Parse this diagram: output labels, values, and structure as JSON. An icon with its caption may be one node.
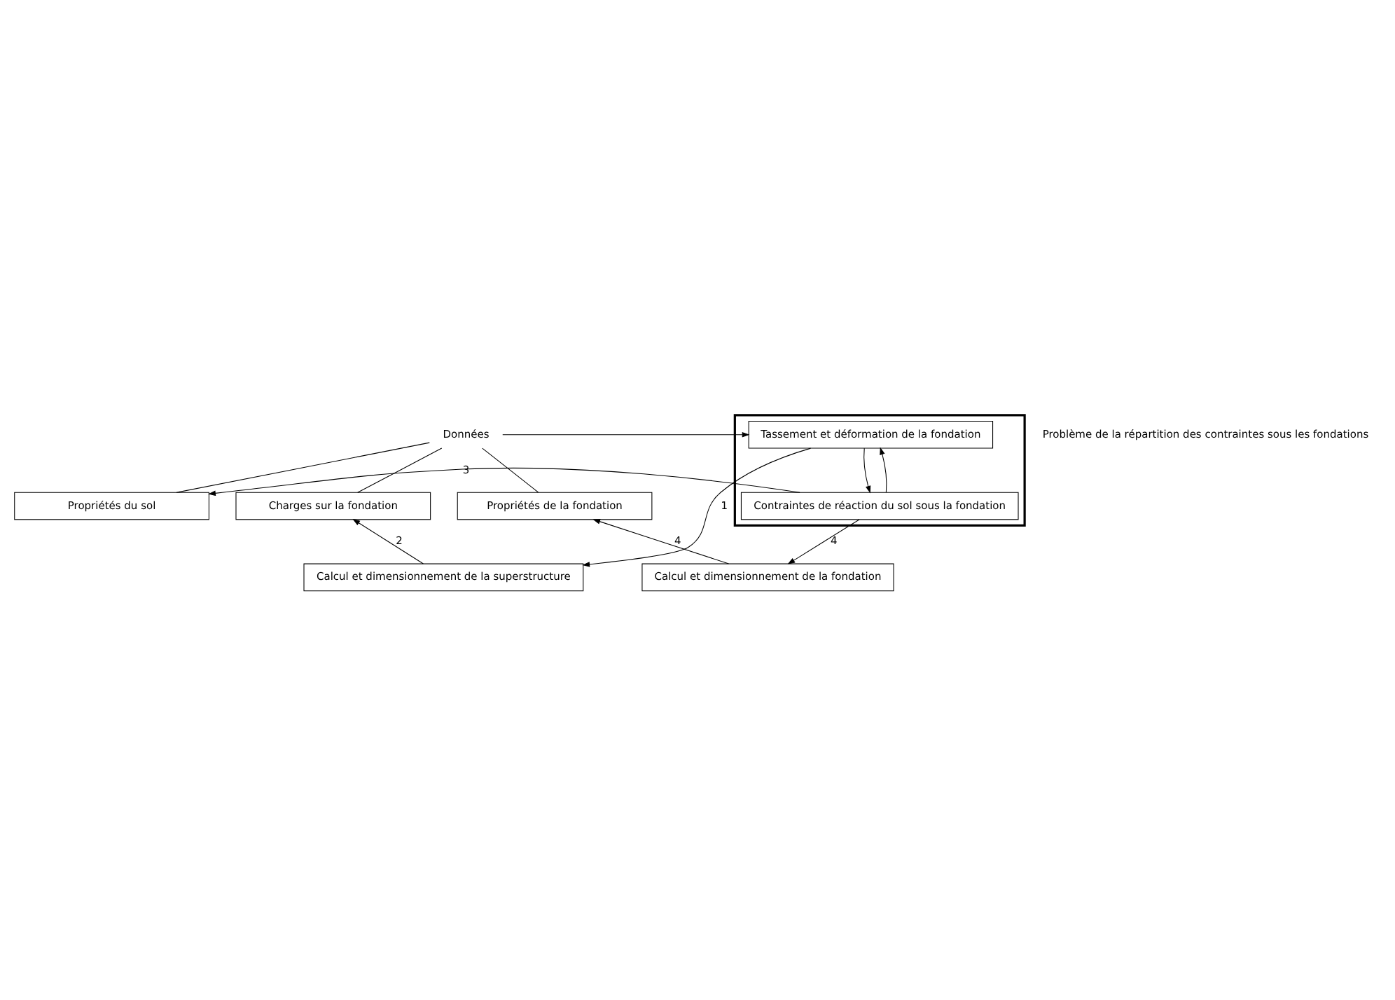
{
  "diagram": {
    "nodes": [
      {
        "text": [
          "Propriétés du sol"
        ]
      },
      {
        "text": [
          "Propriétés de la fondation"
        ]
      },
      {
        "text": [
          "Charges sur la fondation"
        ]
      },
      {
        "text": [],
        "shape": "box"
      },
      {
        "text": [
          "Tassement et déformation de la fondation"
        ],
        "in": 3
      },
      {
        "text": [
          "Contraintes de réaction du sol sous la fondation"
        ],
        "in": 3
      },
      {
        "text": [
          "Calcul et dimensionnement de la fondation"
        ]
      },
      {
        "text": [
          "Calcul et dimensionnement de la superstructure"
        ]
      },
      {
        "text": [
          "Données"
        ]
      }
    ],
    "edges": [
      {
        "from": 8,
        "to": 0,
        "arrow": "none"
      },
      {
        "from": 8,
        "to": 1,
        "arrow": "none"
      },
      {
        "from": 8,
        "to": 2,
        "arrow": "none"
      },
      {
        "from": 8,
        "to": 3,
        "arrow": "to"
      },
      {
        "from": 4,
        "to": 5,
        "arrow": "to"
      },
      {
        "from": 5,
        "to": 4,
        "arrow": "to"
      },
      {
        "from": 4,
        "to": 7,
        "arrow": "to",
        "label": "1"
      },
      {
        "from": 7,
        "to": 2,
        "arrow": "to",
        "label": "2"
      },
      {
        "from": 5,
        "to": 0,
        "arrow": "to",
        "label": "3"
      },
      {
        "from": 5,
        "to": 6,
        "arrow": "to",
        "label": "4"
      },
      {
        "from": 6,
        "to": 1,
        "arrow": "to",
        "label": "4"
      }
    ],
    "labels": [
      "Problème de la répartition des contraintes sous les fondations"
    ]
  }
}
